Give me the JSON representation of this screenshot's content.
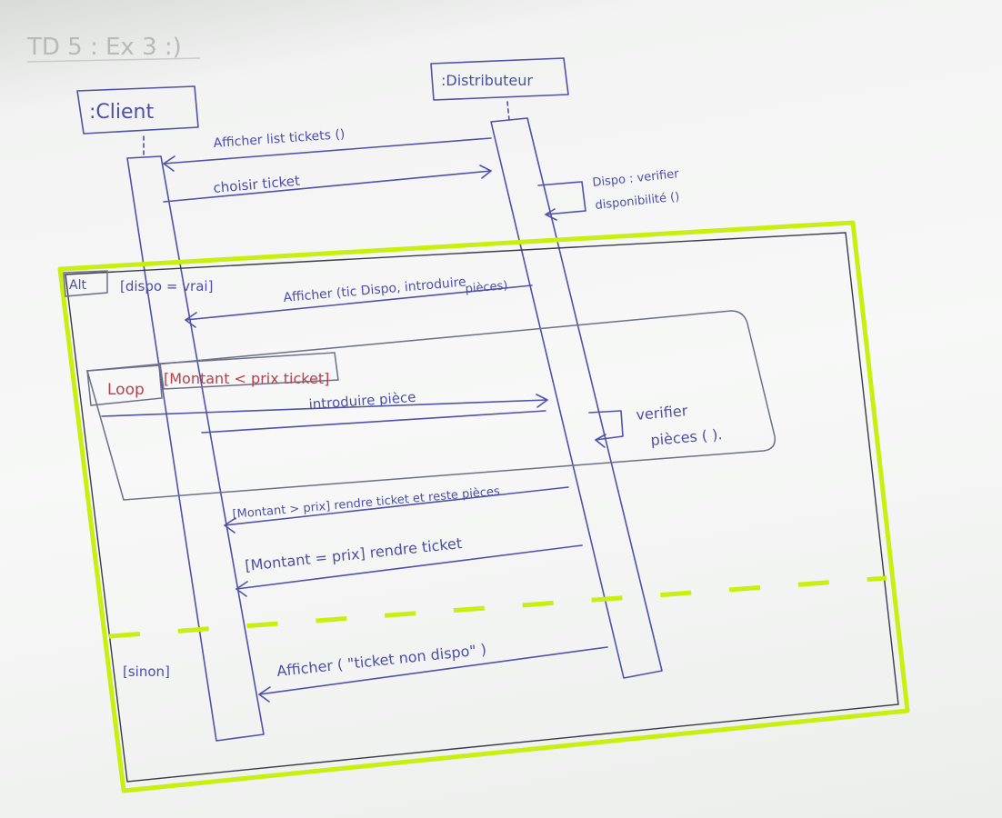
{
  "header": {
    "title": "TD 5 : Ex 3 :)"
  },
  "lifelines": {
    "client": ":Client",
    "distributeur": ":Distributeur"
  },
  "messages": {
    "m1": "Afficher list tickets ()",
    "m2": "choisir ticket",
    "self1_line1": "Dispo : verifier",
    "self1_line2": "disponibilité ()",
    "m3_line1": "Afficher (tic Dispo, introduire",
    "m3_line2": "pièces)",
    "m4": "introduire pièce",
    "self2_line1": "verifier",
    "self2_line2": "pièces ( ).",
    "m5": "[Montant > prix] rendre ticket et reste pièces",
    "m6": "[Montant = prix] rendre ticket",
    "m7": "Afficher ( \"ticket non dispo\" )"
  },
  "fragments": {
    "alt_label": "Alt",
    "alt_guard1": "[dispo = vrai]",
    "alt_guard2": "[sinon]",
    "loop_label": "Loop",
    "loop_guard": "[Montant < prix ticket]"
  },
  "colors": {
    "ink": "#4b4fa8",
    "guard_ink": "#b5414a",
    "highlighter": "#c9ef10",
    "paper": "#f5f6f5"
  }
}
